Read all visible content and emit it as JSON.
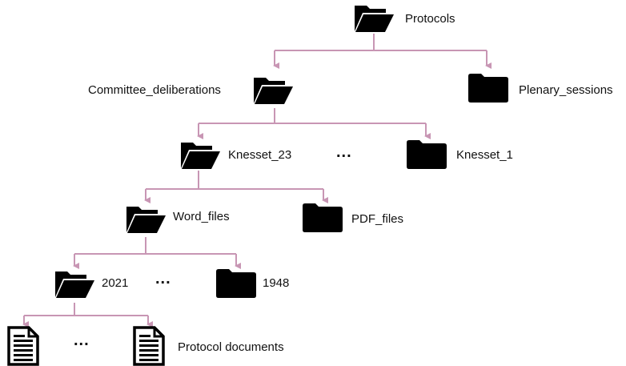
{
  "tree": {
    "root": {
      "label": "Protocols",
      "icon": "open-folder-icon"
    },
    "level1": {
      "left": {
        "label": "Committee_deliberations",
        "icon": "open-folder-icon"
      },
      "right": {
        "label": "Plenary_sessions",
        "icon": "closed-folder-icon"
      }
    },
    "level2": {
      "left": {
        "label": "Knesset_23",
        "icon": "open-folder-icon"
      },
      "ellipsis": "...",
      "right": {
        "label": "Knesset_1",
        "icon": "closed-folder-icon"
      }
    },
    "level3": {
      "left": {
        "label": "Word_files",
        "icon": "open-folder-icon"
      },
      "right": {
        "label": "PDF_files",
        "icon": "closed-folder-icon"
      }
    },
    "level4": {
      "left": {
        "label": "2021",
        "icon": "open-folder-icon"
      },
      "ellipsis": "...",
      "right": {
        "label": "1948",
        "icon": "closed-folder-icon"
      }
    },
    "level5": {
      "ellipsis": "...",
      "label": "Protocol documents",
      "icon": "document-icon"
    }
  },
  "colors": {
    "connector": "#c896b4",
    "icon": "#000000"
  }
}
